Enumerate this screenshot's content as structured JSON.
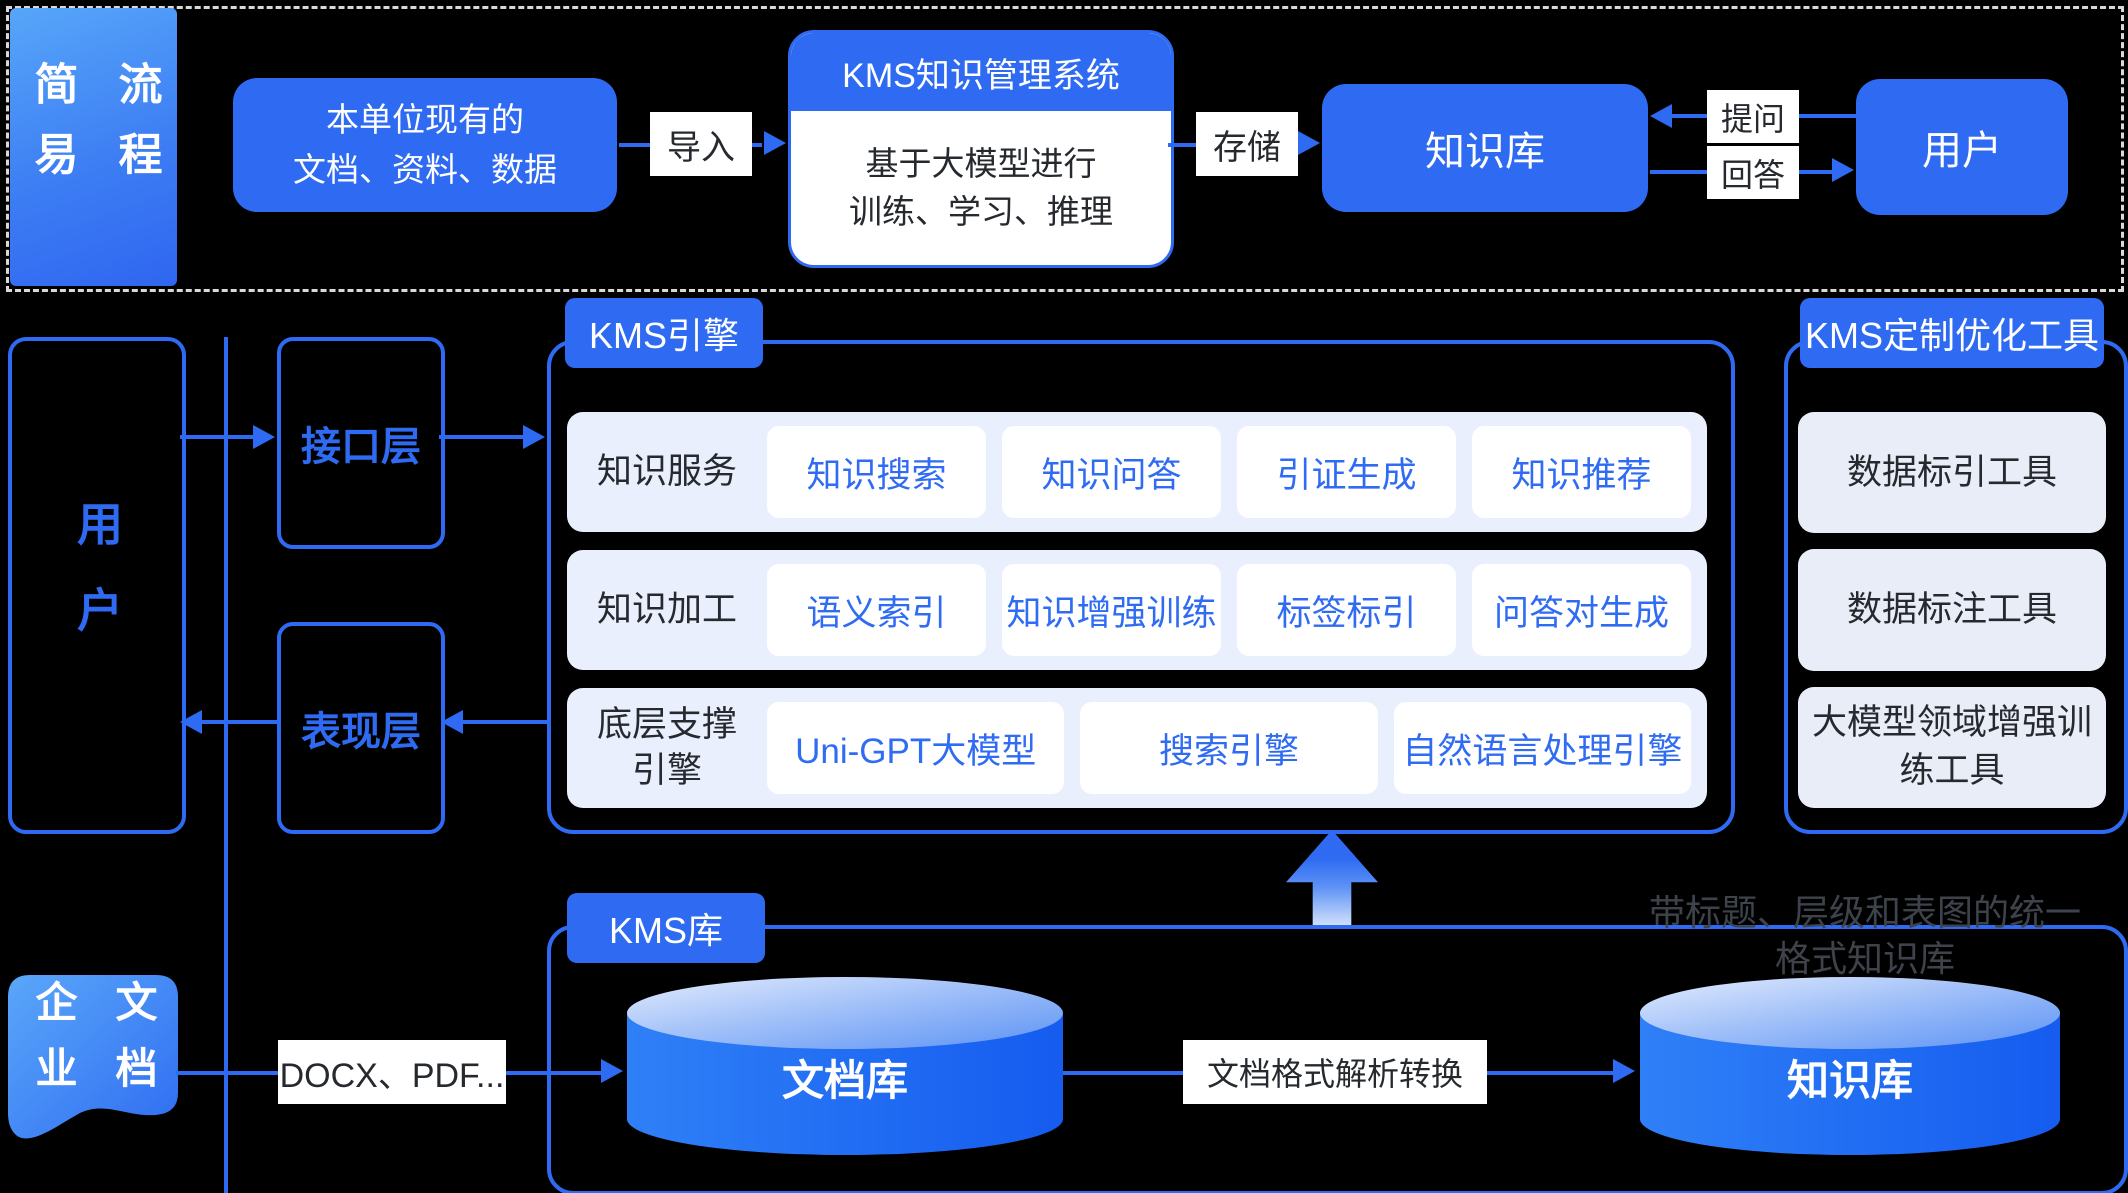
{
  "colors": {
    "primary": "#2E6BF2",
    "chip_text": "#2F6CF3",
    "row_bg": "#E9EFFC",
    "card_bg": "#E9EDF8",
    "dark_text": "#26292E",
    "note_text": "#3E434B",
    "dash_border": "#D9D9D9",
    "gradient_light": "#57A6F9",
    "gradient_dark": "#2F66F0"
  },
  "top_flow": {
    "lane_label": "简易流程",
    "source_box": {
      "line1": "本单位现有的",
      "line2": "文档、资料、数据"
    },
    "import_label": "导入",
    "kms_system": {
      "title": "KMS知识管理系统",
      "body_line1": "基于大模型进行",
      "body_line2": "训练、学习、推理"
    },
    "store_label": "存储",
    "knowledge_base_label": "知识库",
    "ask_label": "提问",
    "answer_label": "回答",
    "user_label": "用户"
  },
  "middle": {
    "user_label": "用户",
    "interface_layer": "接口层",
    "presentation_layer": "表现层",
    "engine": {
      "tag": "KMS引擎",
      "rows": [
        {
          "label": "知识服务",
          "chips": [
            "知识搜索",
            "知识问答",
            "引证生成",
            "知识推荐"
          ]
        },
        {
          "label": "知识加工",
          "chips": [
            "语义索引",
            "知识增强训练",
            "标签标引",
            "问答对生成"
          ]
        },
        {
          "label": "底层支撑引擎",
          "chips": [
            "Uni-GPT大模型",
            "搜索引擎",
            "自然语言处理引擎"
          ]
        }
      ]
    },
    "tools": {
      "tag": "KMS定制优化工具",
      "items": [
        "数据标引工具",
        "数据标注工具",
        "大模型领域增强训练工具"
      ]
    }
  },
  "bottom": {
    "docs_label": "企业文档",
    "formats_label": "DOCX、PDF...",
    "kms_store_tag": "KMS库",
    "doc_store_label": "文档库",
    "convert_label": "文档格式解析转换",
    "kb_store_label": "知识库",
    "kb_note_line1": "带标题、层级和表图的统一",
    "kb_note_line2": "格式知识库"
  }
}
